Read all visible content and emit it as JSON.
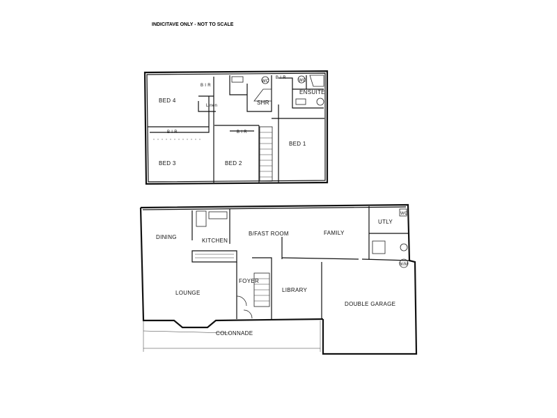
{
  "note": "INDICITAVE ONLY - NOT TO SCALE",
  "upper_floor": {
    "bed4": "BED 4",
    "bir_bed4": "B I R",
    "linen": "Linen",
    "wc": "WC",
    "shr": "SHR",
    "bir_master": "B I R",
    "wc_ensuite": "WC",
    "ensuite": "ENSUITE",
    "bir_bed3": "B I R",
    "bed3": "BED 3",
    "bir_bed2": "B I R",
    "bed2": "BED 2",
    "bed1": "BED 1"
  },
  "ground_floor": {
    "dining": "DINING",
    "kitchen": "KITCHEN",
    "bfast": "B/FAST ROOM",
    "family": "FAMILY",
    "utly": "UTLY",
    "wc": "WC",
    "wm": "W/M",
    "lounge": "LOUNGE",
    "foyer": "FOYER",
    "library": "LIBRARY",
    "garage": "DOUBLE GARAGE",
    "colonnade": "COLONNADE"
  }
}
